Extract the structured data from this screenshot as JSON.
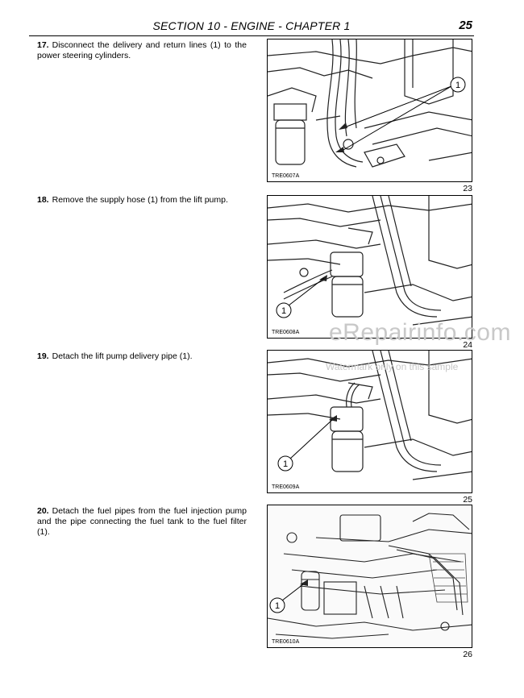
{
  "header": {
    "title": "SECTION 10 - ENGINE - CHAPTER 1",
    "page_number": "25"
  },
  "steps": [
    {
      "num": "17.",
      "text": "Disconnect the delivery and return lines (1) to the power steering cylinders."
    },
    {
      "num": "18.",
      "text": "Remove the supply hose (1) from the lift pump."
    },
    {
      "num": "19.",
      "text": "Detach the lift pump delivery pipe (1)."
    },
    {
      "num": "20.",
      "text": "Detach the fuel pipes from the fuel injection pump and the pipe connecting the fuel tank to the fuel filter (1)."
    }
  ],
  "figures": [
    {
      "code": "TRE0607A",
      "number": "23",
      "callout": "1"
    },
    {
      "code": "TRE0608A",
      "number": "24",
      "callout": "1"
    },
    {
      "code": "TRE0609A",
      "number": "25",
      "callout": "1"
    },
    {
      "code": "TRE0610A",
      "number": "26",
      "callout": "1"
    }
  ],
  "watermark": {
    "main": "eRepairinfo.com",
    "sub": "Watermark only on this sample"
  }
}
